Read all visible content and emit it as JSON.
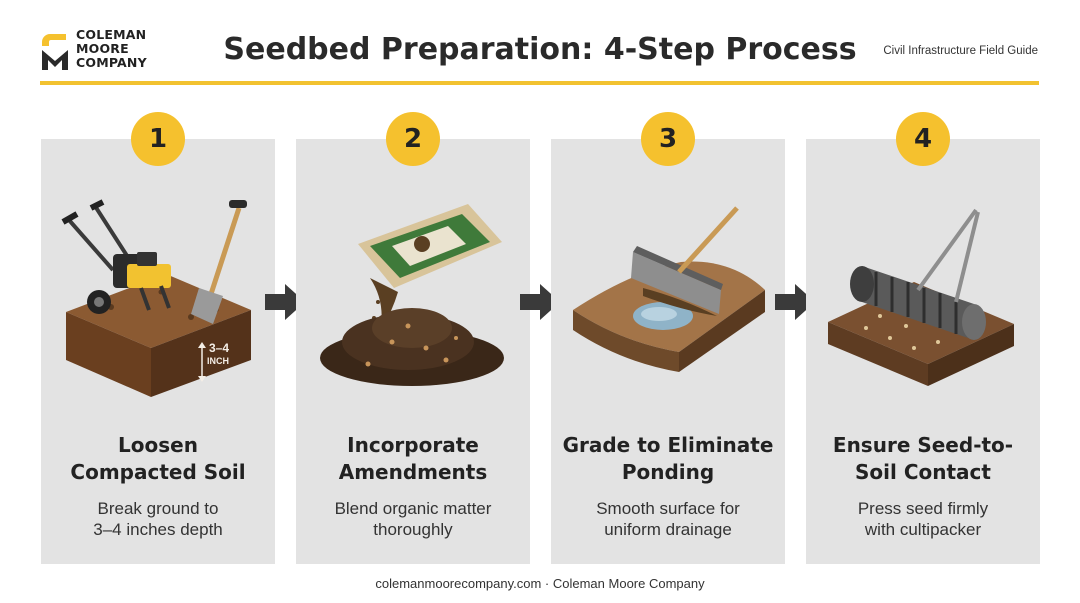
{
  "brand": {
    "logo_lines": [
      "COLEMAN",
      "MOORE",
      "COMPANY"
    ],
    "accent_color": "#f5c12e"
  },
  "header": {
    "title": "Seedbed Preparation: 4-Step Process",
    "subtitle": "Civil Infrastructure Field Guide"
  },
  "steps": [
    {
      "number": "1",
      "title_lines": [
        "Loosen",
        "Compacted Soil"
      ],
      "desc_lines": [
        "Break ground to",
        "3–4 inches depth"
      ],
      "illustration": "tiller-and-shovel-icon",
      "depth_label": [
        "3–4",
        "INCH"
      ]
    },
    {
      "number": "2",
      "title_lines": [
        "Incorporate",
        "Amendments"
      ],
      "desc_lines": [
        "Blend organic matter",
        "thoroughly"
      ],
      "illustration": "compost-bag-icon"
    },
    {
      "number": "3",
      "title_lines": [
        "Grade to Eliminate",
        "Ponding"
      ],
      "desc_lines": [
        "Smooth surface for",
        "uniform drainage"
      ],
      "illustration": "grading-blade-icon"
    },
    {
      "number": "4",
      "title_lines": [
        "Ensure Seed-to-",
        "Soil Contact"
      ],
      "desc_lines": [
        "Press seed firmly",
        "with cultipacker"
      ],
      "illustration": "cultipacker-roller-icon"
    }
  ],
  "footer": {
    "text": "colemanmoorecompany.com · Coleman Moore Company"
  }
}
